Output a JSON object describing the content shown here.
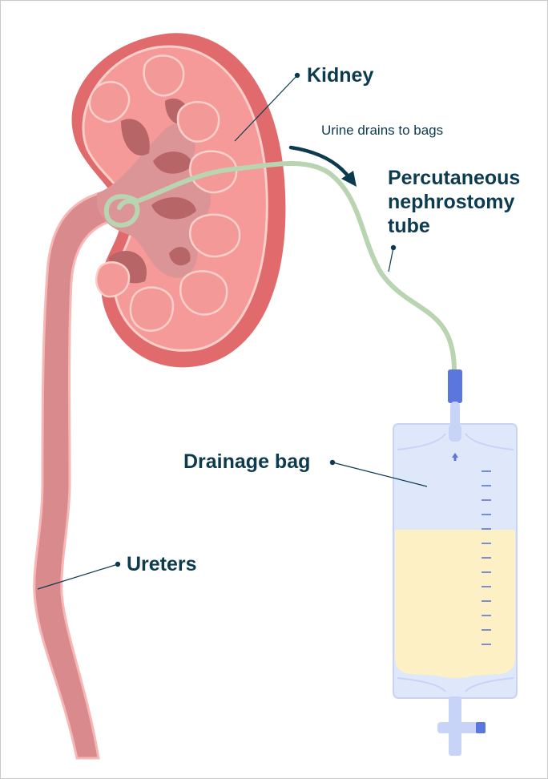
{
  "labels": {
    "kidney": "Kidney",
    "urine_drains": "Urine drains to bags",
    "tube": "Percutaneous\nnephrostomy\ntube",
    "drainage_bag": "Drainage bag",
    "ureters": "Ureters"
  },
  "colors": {
    "kidney_outer": "#e06a6c",
    "kidney_cortex": "#f59a98",
    "pelvis": "#dc9596",
    "medulla_dark": "#b86568",
    "ureter": "#d98a8c",
    "tube": "#b8d4b1",
    "tube_connector": "#5b76dc",
    "bag": "#dfe7fb",
    "urine": "#fdf0c4",
    "label_text": "#0c3a4f",
    "leader_line": "#0c3a4f"
  },
  "icons": {
    "flow_arrow": "curved-arrow-icon",
    "bag_arrow": "up-arrow-icon"
  },
  "bag_fill_level": 0.55
}
